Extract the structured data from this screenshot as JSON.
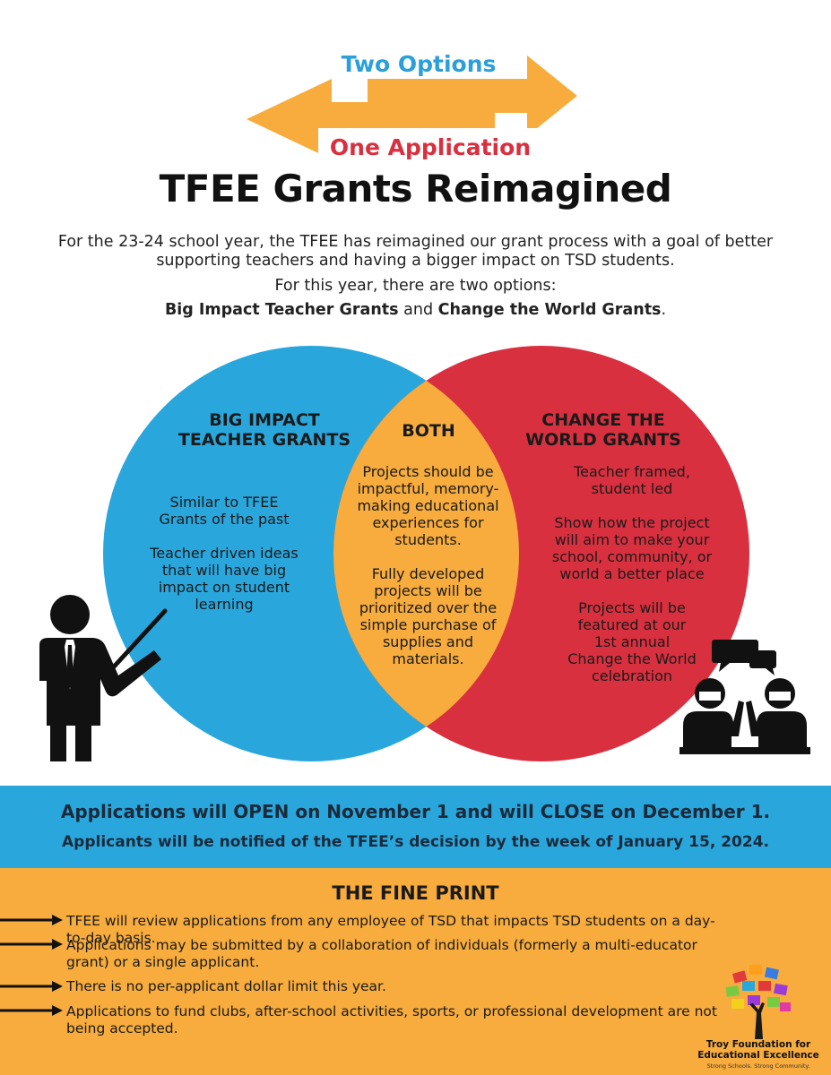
{
  "header": {
    "tag_top": "Two Options",
    "tag_bottom": "One Application",
    "title": "TFEE Grants Reimagined"
  },
  "intro": {
    "line1": "For the 23-24 school year, the TFEE has reimagined our grant process with a goal of better",
    "line2": "supporting teachers and having a bigger impact on TSD students.",
    "line3": "For this year, there are two options:",
    "opt1": "Big Impact Teacher Grants",
    "and": " and ",
    "opt2": "Change the World Grants",
    "period": "."
  },
  "venn": {
    "left": {
      "heading_1": "BIG IMPACT",
      "heading_2": "TEACHER GRANTS",
      "p1_1": "Similar to TFEE",
      "p1_2": "Grants of the past",
      "p2_1": "Teacher driven ideas",
      "p2_2": "that will have big",
      "p2_3": "impact on student",
      "p2_4": "learning"
    },
    "middle": {
      "heading": "BOTH",
      "p1_1": "Projects should be",
      "p1_2": "impactful, memory-",
      "p1_3": "making educational",
      "p1_4": "experiences for",
      "p1_5": "students.",
      "p2_1": "Fully developed",
      "p2_2": "projects will be",
      "p2_3": "prioritized over the",
      "p2_4": "simple purchase of",
      "p2_5": "supplies and",
      "p2_6": "materials."
    },
    "right": {
      "heading_1": "CHANGE THE",
      "heading_2": "WORLD GRANTS",
      "p1_1": "Teacher framed,",
      "p1_2": "student led",
      "p2_1": "Show how the project",
      "p2_2": "will aim to make your",
      "p2_3": "school, community, or",
      "p2_4": "world a better place",
      "p3_1": "Projects will be",
      "p3_2": "featured at our",
      "p3_3": "1st annual",
      "p3_4": "Change the World",
      "p3_5": "celebration"
    }
  },
  "dates": {
    "line1": "Applications will OPEN on November 1 and will CLOSE on December 1.",
    "line2": "Applicants will be notified of the TFEE’s decision by the week of January 15, 2024."
  },
  "fine_print": {
    "title": "THE FINE PRINT",
    "items": [
      "TFEE will review applications from any employee of TSD that impacts TSD students on a day-to-day basis.",
      "Applications may be submitted by a collaboration of individuals (formerly a multi-educator grant) or a single applicant.",
      "There is no per-applicant dollar limit this year.",
      "Applications to fund clubs, after-school activities, sports, or professional development are not being accepted."
    ]
  },
  "logo": {
    "name_1": "Troy Foundation for",
    "name_2": "Educational Excellence",
    "tagline": "Strong Schools. Strong Community."
  },
  "colors": {
    "orange": "#f7ac3d",
    "blue": "#29a7dd",
    "red": "#d9303f",
    "intersection": "#f7ac3d",
    "tag_top": "#2b9fd9",
    "tag_bottom": "#d9303f"
  },
  "icons": [
    "double-arrow-icon",
    "teacher-pointer-icon",
    "discussion-people-icon",
    "arrow-right-icon",
    "book-tree-logo"
  ]
}
